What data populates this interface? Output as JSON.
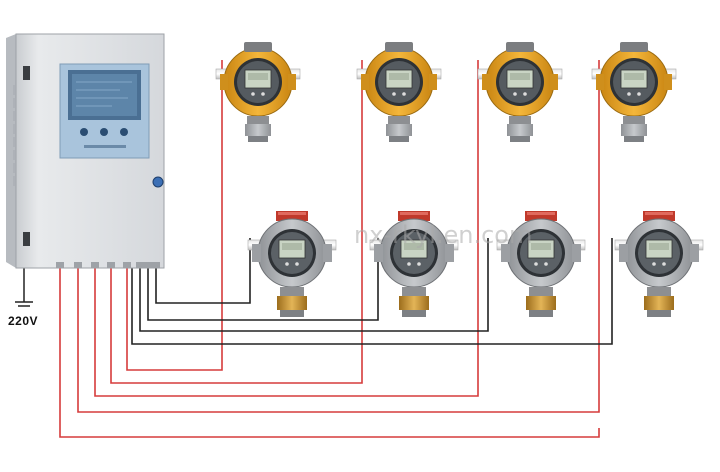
{
  "power_label": "220V",
  "watermark": "nx-rkyl.en.com",
  "colors": {
    "cabinet": "#dcdfe3",
    "screen_frame": "#a9c4dc",
    "screen": "#4a6f93",
    "yellow_body": "#e9a521",
    "gray_body": "#a9acaf",
    "red_wire": "#d63b3b",
    "black_wire": "#222222"
  },
  "devices": {
    "controller": "wall-mounted control cabinet",
    "top_row": [
      "yellow explosion-proof gas detector",
      "yellow explosion-proof gas detector",
      "yellow explosion-proof gas detector",
      "yellow explosion-proof gas detector"
    ],
    "bottom_row": [
      "gray explosion-proof gas detector",
      "gray explosion-proof gas detector",
      "gray explosion-proof gas detector",
      "gray explosion-proof gas detector"
    ]
  }
}
